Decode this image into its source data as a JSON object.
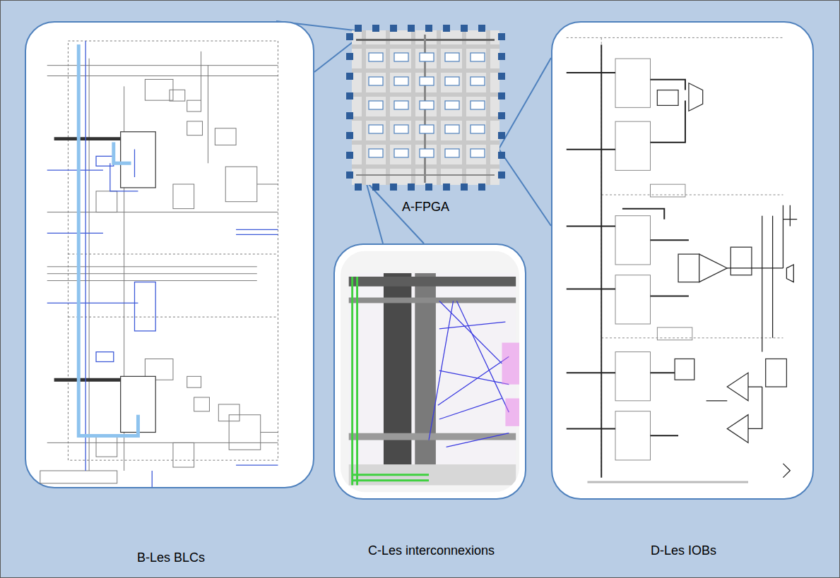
{
  "diagram": {
    "nodes": [
      {
        "text": [
          "A-FPGA"
        ]
      },
      {
        "text": [
          "B-Les BLCs"
        ]
      },
      {
        "text": [
          "C-Les interconnexions"
        ]
      },
      {
        "text": [
          "D-Les IOBs"
        ]
      }
    ],
    "edges": [
      {
        "from": 0,
        "to": 1,
        "arrow": "none"
      },
      {
        "from": 0,
        "to": 2,
        "arrow": "none"
      },
      {
        "from": 0,
        "to": 3,
        "arrow": "none"
      }
    ]
  }
}
